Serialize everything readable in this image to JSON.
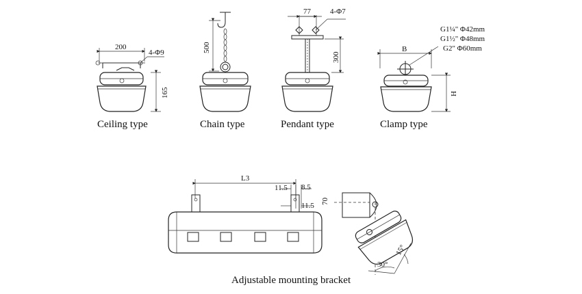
{
  "ceiling": {
    "caption": "Ceiling type",
    "width_dim": "200",
    "hole_dim": "4-Φ9",
    "height_dim": "165"
  },
  "chain": {
    "caption": "Chain type",
    "length_dim": "500"
  },
  "pendant": {
    "caption": "Pendant type",
    "width_dim": "77",
    "hole_dim": "4-Φ7",
    "height_dim": "300"
  },
  "clamp": {
    "caption": "Clamp type",
    "b_dim": "B",
    "h_dim": "H",
    "sizes": [
      "G1¼\" Φ42mm",
      "G1½\" Φ48mm",
      "G2\" Φ60mm"
    ]
  },
  "bracket": {
    "caption": "Adjustable mounting bracket",
    "l3_dim": "L3",
    "d1": "11.5",
    "d2": "8.5",
    "d3": "11.5",
    "d4": "70",
    "angle1": "30°",
    "angle2": "15°"
  }
}
